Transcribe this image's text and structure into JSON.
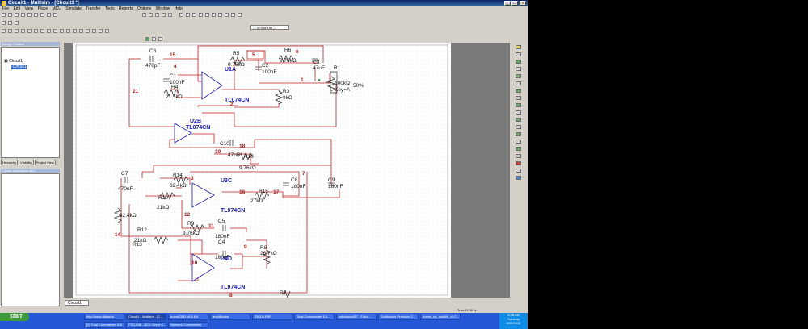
{
  "window": {
    "title": "Circuit1 - Multisim - [Circuit1 *]"
  },
  "menu": [
    "File",
    "Edit",
    "View",
    "Place",
    "MCU",
    "Simulate",
    "Transfer",
    "Tools",
    "Reports",
    "Options",
    "Window",
    "Help"
  ],
  "toolbar": {
    "in_use_list": "--- In Use List ---"
  },
  "design_toolbox": {
    "title": "Design Toolbox",
    "tree": [
      "Circuit1",
      "Circuit1"
    ],
    "tabs": [
      "Hierarchy",
      "Visibility",
      "Project View"
    ]
  },
  "spreadsheet": {
    "title": "Circuit Description Box"
  },
  "schematic": {
    "labels": {
      "u1a": "U1A",
      "u1a_type": "TL074CN",
      "u2b": "U2B",
      "u2b_type": "TL074CN",
      "u3c": "U3C",
      "u3c_type": "TL074CN",
      "u4d": "U4D",
      "u4d_type": "TL074CN",
      "c6": "C6",
      "c6v": "470pF",
      "c1": "C1",
      "c1v": "100nF",
      "r4": "R4",
      "r4v": "21.5kΩ",
      "r5": "R5",
      "r5v": "9.76kΩ",
      "c2": "C2",
      "c2v": "100nF",
      "r6": "R6",
      "r6v": "9.76kΩ",
      "c3": "C3",
      "c3v": "47uF",
      "r1": "R1",
      "r1v": "100kΩ",
      "r1k": "Key=A",
      "r1p": "50%",
      "r3": "R3",
      "r3v": "9kΩ",
      "c10": "C10",
      "c10v": "47nF",
      "r16": "R16",
      "r16v": "9.76kΩ",
      "c7": "C7",
      "c7v": "470nF",
      "r14": "R14",
      "r14v": "32.4kΩ",
      "r10": "R10",
      "r10v": "21kΩ",
      "r15": "R15",
      "r15v": "27kΩ",
      "c8": "C8",
      "c8v": "180nF",
      "c9": "C9",
      "c9v": "180nF",
      "r11v": "32.4kΩ",
      "r9": "R9",
      "r9v": "9.76kΩ",
      "c5": "C5",
      "c5v": "180nF",
      "r12": "R12",
      "r12v": "21kΩ",
      "r13": "R13",
      "c4": "C4",
      "c4v": "180nF",
      "r8": "R8",
      "r8v": "26.7kΩ",
      "r7": "R7"
    },
    "nets": [
      "15",
      "4",
      "6",
      "5",
      "1",
      "21",
      "2",
      "19",
      "18",
      "3",
      "16",
      "17",
      "7",
      "12",
      "11",
      "14",
      "9",
      "10",
      "8"
    ]
  },
  "sheet_tab": "Circuit1",
  "status": {
    "tran": "Tran: 0.104 s"
  },
  "taskbar": {
    "start": "start",
    "row1": [
      "http://www.datashe...",
      "Circuit1 - Multisim - [C...",
      "boma3300 v6.5.6.9",
      "amplificator",
      "3301U.PRF",
      "Total Commander 6.5...",
      "calculator457 - Fotos...",
      "Solidworks Premium 2...",
      "dones_ca_modific_el C..."
    ],
    "row2": [
      "[2] Total Commander 6.5...",
      "PIC1S88 - ACD See 6.0...",
      "Network Connections"
    ],
    "clock": "2:56 AM",
    "day": "Tuesday",
    "date": "3/20/2012"
  }
}
